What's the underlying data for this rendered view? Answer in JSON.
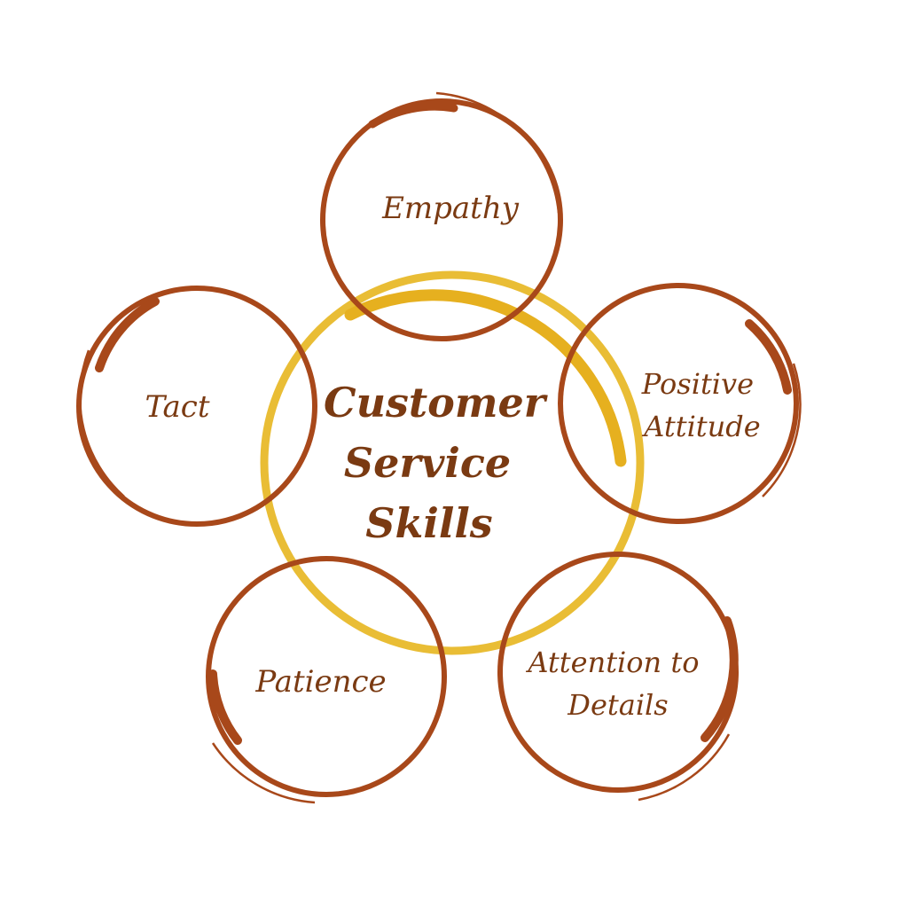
{
  "center": {
    "lines": [
      "Customer",
      "Service",
      "Skills"
    ]
  },
  "nodes": [
    {
      "lines": [
        "Empathy"
      ]
    },
    {
      "lines": [
        "Positive",
        "Attitude"
      ]
    },
    {
      "lines": [
        "Attention to",
        "Details"
      ]
    },
    {
      "lines": [
        "Patience"
      ]
    },
    {
      "lines": [
        "Tact"
      ]
    }
  ],
  "colors": {
    "ring_brown": "#a8481a",
    "ring_brown_light": "#b5561f",
    "center_gold": "#e8b92a",
    "text": "#7a3a12"
  }
}
